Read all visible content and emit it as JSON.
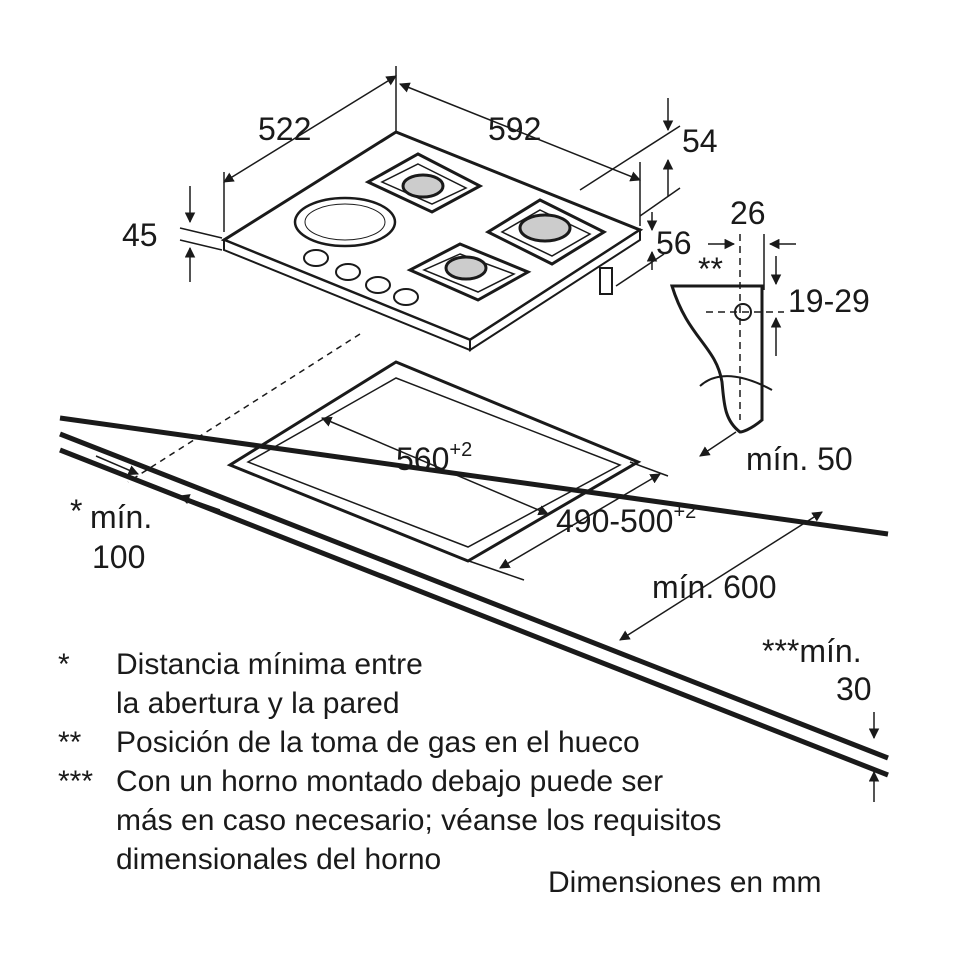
{
  "dimensions": {
    "depth": "522",
    "width": "592",
    "height_total": "54",
    "thickness": "45",
    "gas_offset_side": "56",
    "gas_offset_depth": "26",
    "gas_height": "19-29",
    "gas_position_mark": "**",
    "cutout_width": "560",
    "cutout_width_tol": "+2",
    "cutout_depth": "490-500",
    "cutout_depth_tol": "+2",
    "min_back": "mín. 50",
    "min_wall_mark": "*",
    "min_wall_label": "mín.",
    "min_wall_value": "100",
    "min_worktop": "mín. 600",
    "min_below_label": "***mín.",
    "min_below_value": "30"
  },
  "notes": [
    {
      "mark": "*",
      "lines": [
        "Distancia mínima entre",
        "la abertura y la pared"
      ]
    },
    {
      "mark": "**",
      "lines": [
        "Posición de la toma de gas en el hueco"
      ]
    },
    {
      "mark": "***",
      "lines": [
        "Con un horno montado debajo puede ser",
        "más en caso necesario; véanse los requisitos",
        "dimensionales del horno"
      ]
    }
  ],
  "units_label": "Dimensiones en mm",
  "colors": {
    "line": "#1a1a1a",
    "background": "#ffffff"
  }
}
